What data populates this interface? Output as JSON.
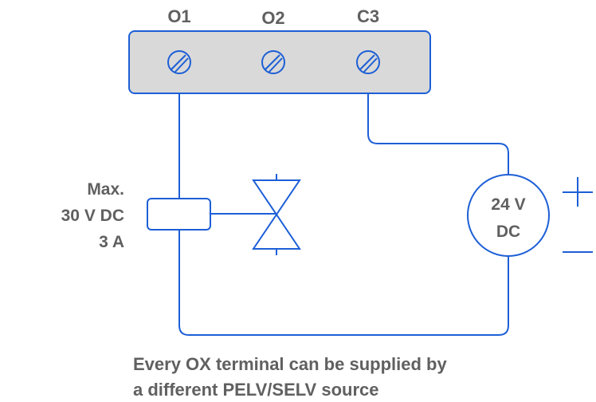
{
  "terminals": [
    {
      "label": "O1"
    },
    {
      "label": "O2"
    },
    {
      "label": "C3"
    }
  ],
  "load_rating": {
    "line1": "Max.",
    "line2": "30 V DC",
    "line3": "3 A"
  },
  "source": {
    "line1": "24 V",
    "line2": "DC"
  },
  "footnote": {
    "line1": "Every OX terminal can be supplied by",
    "line2": "a different PELV/SELV source"
  },
  "colors": {
    "wire": "#1d5fd6",
    "text": "#606060",
    "terminal_block_fill": "#d9d9d9"
  }
}
